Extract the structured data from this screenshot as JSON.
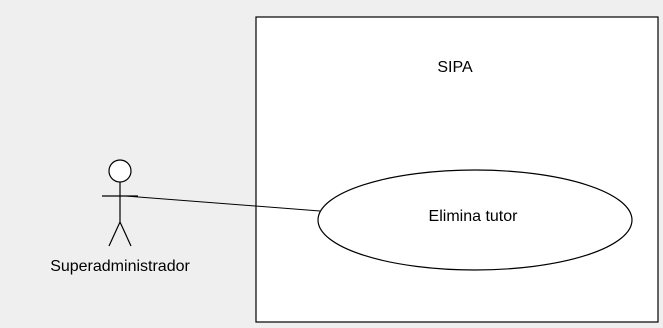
{
  "system": {
    "title": "SIPA"
  },
  "actor": {
    "name": "Superadministrador"
  },
  "use_case": {
    "label": "Elimina tutor"
  }
}
